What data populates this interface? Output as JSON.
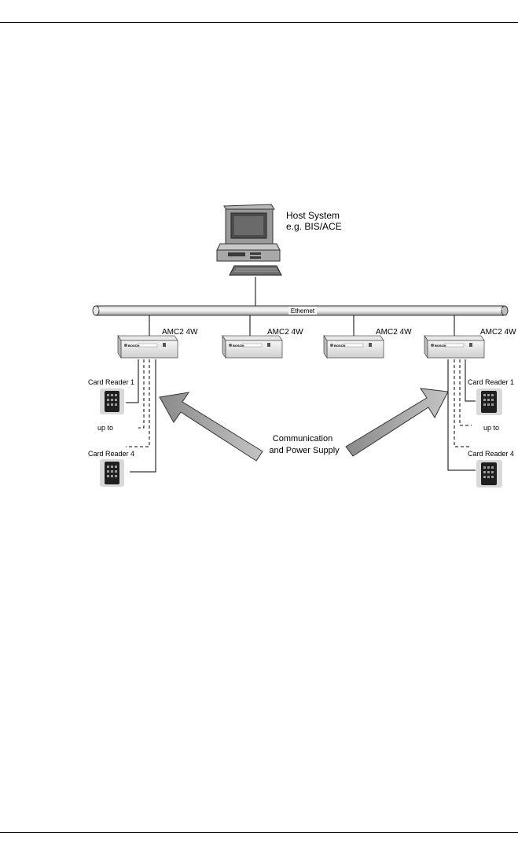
{
  "host": {
    "title": "Host System",
    "subtitle": "e.g. BIS/ACE"
  },
  "network": {
    "label": "Ethernet"
  },
  "controllers": [
    {
      "label": "AMC2 4W",
      "brand": "BOSCH"
    },
    {
      "label": "AMC2 4W",
      "brand": "BOSCH"
    },
    {
      "label": "AMC2 4W",
      "brand": "BOSCH"
    },
    {
      "label": "AMC2 4W",
      "brand": "BOSCH"
    }
  ],
  "readers_left": {
    "first": "Card Reader 1",
    "middle": "up to",
    "last": "Card Reader 4"
  },
  "readers_right": {
    "first": "Card Reader 1",
    "middle": "up to",
    "last": "Card Reader 4"
  },
  "callout": {
    "line1": "Communication",
    "line2": "and Power Supply"
  }
}
